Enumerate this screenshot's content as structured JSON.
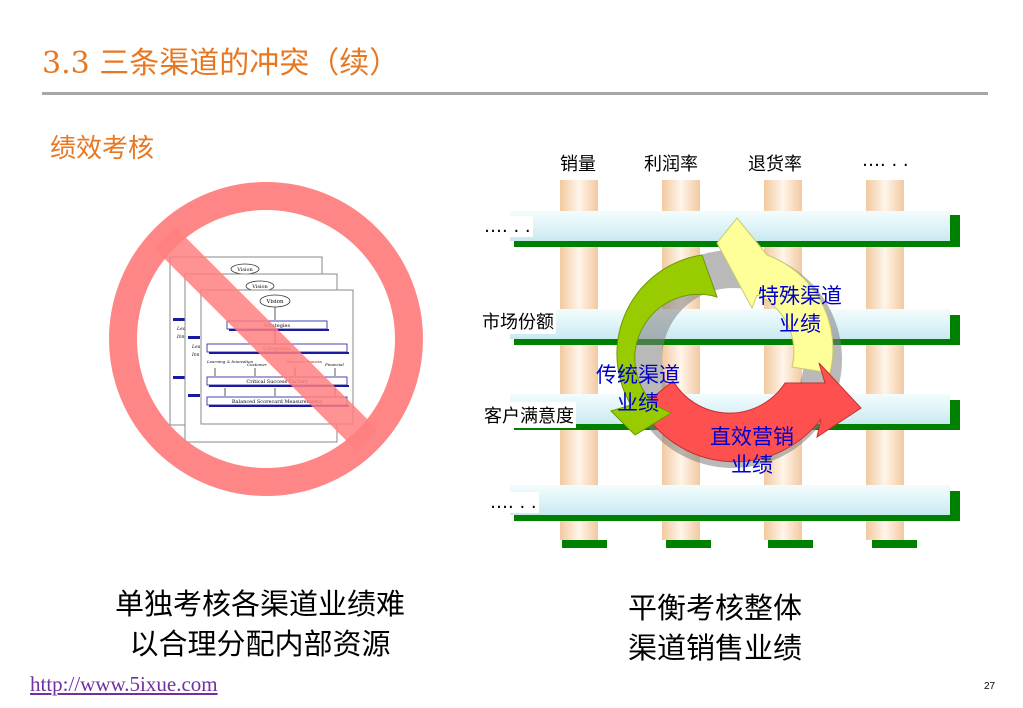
{
  "header": {
    "title": "3.3 三条渠道的冲突（续）"
  },
  "section": {
    "title": "绩效考核"
  },
  "left": {
    "card_labels": {
      "vision": "Vision",
      "strategies": "Strategies",
      "categories": "Categories",
      "learning": "Learning & Innovation",
      "customer": "Customer",
      "business": "Business Process",
      "financial": "Financial",
      "csf": "Critical Success Factors",
      "bsm": "Balanced Scorecard Measurements",
      "side_lea": "Lea",
      "side_inn": "Inn"
    },
    "caption_line1": "单独考核各渠道业绩难",
    "caption_line2": "以合理分配内部资源"
  },
  "grid": {
    "columns": [
      "销量",
      "利润率",
      "退货率",
      "…. . ."
    ],
    "rows": [
      "…. . .",
      "市场份额",
      "客户满意度",
      "…. . ."
    ]
  },
  "cycle": {
    "special_line1": "特殊渠道",
    "special_line2": "业绩",
    "traditional_line1": "传统渠道",
    "traditional_line2": "业绩",
    "direct_line1": "直效营销",
    "direct_line2": "业绩"
  },
  "right": {
    "caption_line1": "平衡考核整体",
    "caption_line2": "渠道销售业绩"
  },
  "footer": {
    "link": "http://www.5ixue.com",
    "page": "27"
  },
  "colors": {
    "accent": "#e87722",
    "prohibit": "#ff8080",
    "green_bar": "#008000",
    "tube": "#e6f7fa",
    "arrow_yellow": "#ffff99",
    "arrow_green": "#99cc00",
    "arrow_red": "#ff5050",
    "label_blue": "#0000cc"
  }
}
